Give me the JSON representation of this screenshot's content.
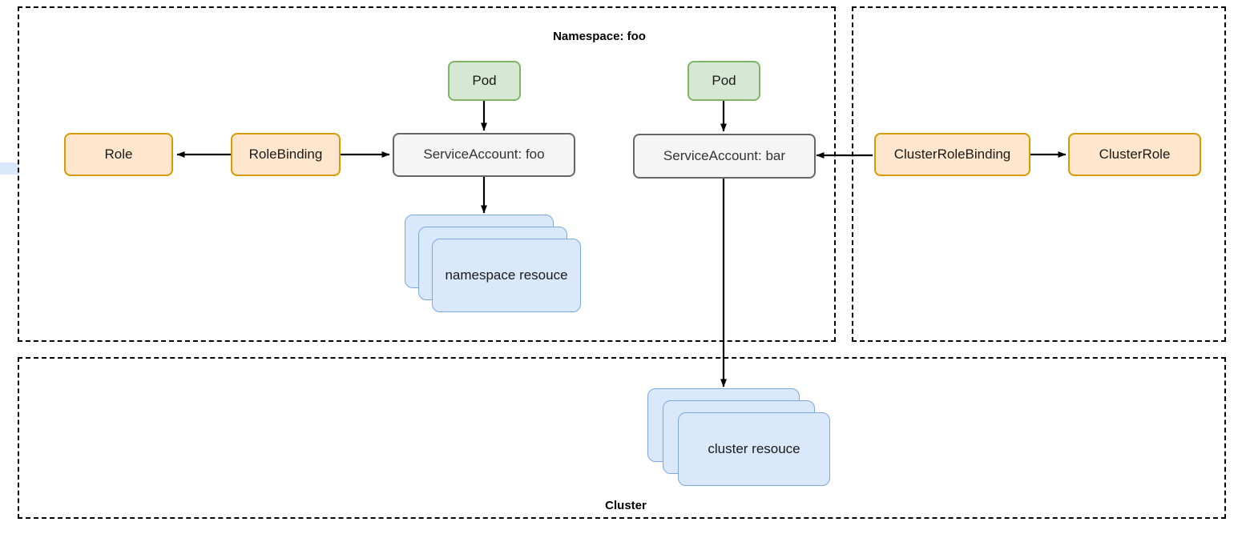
{
  "diagram": {
    "title": "Kubernetes RBAC namespace and cluster scope diagram",
    "colors": {
      "orange_fill": "#ffe6cc",
      "orange_stroke": "#d79b00",
      "green_fill": "#d5e8d4",
      "green_stroke": "#82b366",
      "grey_fill": "#f5f5f5",
      "grey_stroke": "#666666",
      "blue_fill": "#dae8fc",
      "blue_stroke": "#7ea6e0",
      "edge_stroke": "#000000",
      "container_stroke": "#000000",
      "background": "#ffffff"
    }
  },
  "containers": {
    "namespace": {
      "label": "Namespace: foo"
    },
    "cluster_scope": {
      "label": ""
    },
    "cluster": {
      "label": "Cluster"
    }
  },
  "nodes": {
    "role": {
      "label": "Role"
    },
    "role_binding": {
      "label": "RoleBinding"
    },
    "service_account_foo": {
      "label": "ServiceAccount: foo"
    },
    "pod_foo": {
      "label": "Pod"
    },
    "pod_bar": {
      "label": "Pod"
    },
    "service_account_bar": {
      "label": "ServiceAccount: bar"
    },
    "cluster_role_binding": {
      "label": "ClusterRoleBinding"
    },
    "cluster_role": {
      "label": "ClusterRole"
    },
    "namespace_resource": {
      "label": "namespace resouce"
    },
    "cluster_resource": {
      "label": "cluster resouce"
    }
  },
  "edges": [
    {
      "from": "RoleBinding",
      "to": "Role",
      "direction": "left"
    },
    {
      "from": "RoleBinding",
      "to": "ServiceAccount: foo",
      "direction": "right"
    },
    {
      "from": "Pod",
      "to": "ServiceAccount: foo",
      "direction": "down"
    },
    {
      "from": "ServiceAccount: foo",
      "to": "namespace resouce",
      "direction": "down"
    },
    {
      "from": "Pod",
      "to": "ServiceAccount: bar",
      "direction": "down"
    },
    {
      "from": "ClusterRoleBinding",
      "to": "ServiceAccount: bar",
      "direction": "left"
    },
    {
      "from": "ClusterRoleBinding",
      "to": "ClusterRole",
      "direction": "right"
    },
    {
      "from": "ServiceAccount: bar",
      "to": "cluster resouce",
      "direction": "down"
    }
  ]
}
